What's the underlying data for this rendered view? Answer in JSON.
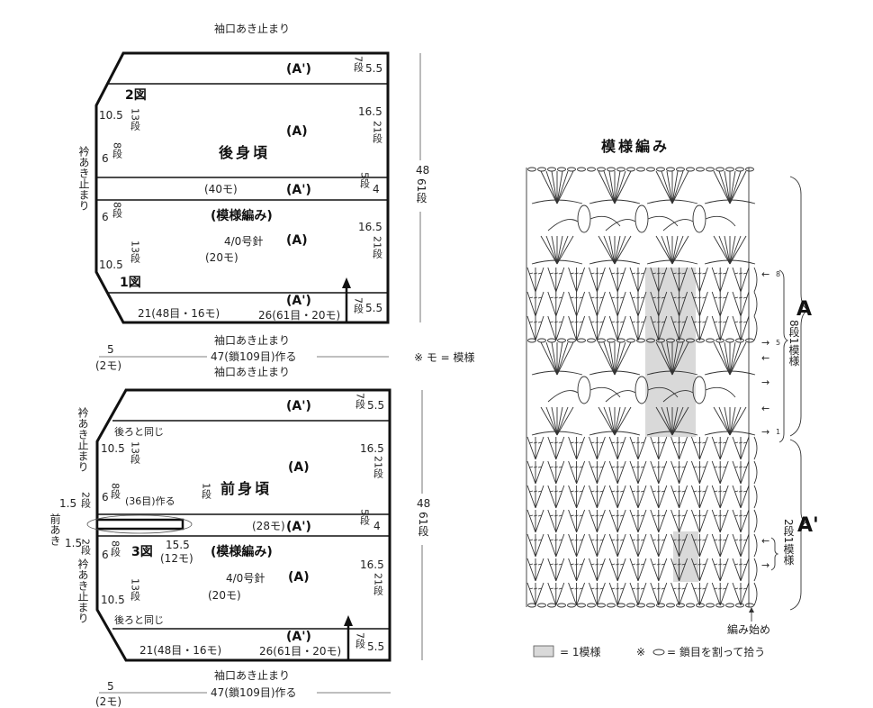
{
  "back": {
    "sleeve_top": "袖口あき止まり",
    "a_prime": "(A')",
    "a": "(A)",
    "rows7": "7段",
    "cm55": "5.5",
    "fig2": "2図",
    "cm105": "10.5",
    "rows13": "13段",
    "title": "後身頃",
    "cm165": "16.5",
    "rows21": "21段",
    "collar": "衿あき止まり",
    "cm6": "6",
    "rows8": "8段",
    "mo40": "(40モ)",
    "rows5": "5段",
    "cm4": "4",
    "pattern": "(模様編み)",
    "needle": "4/0号針",
    "mo20": "(20モ)",
    "fig1": "1図",
    "bottom_left": "21(48目・16モ)",
    "bottom_right": "26(61目・20モ)",
    "sleeve_bottom": "袖口あき止まり",
    "total": "48",
    "total_rows": "61段",
    "width": "47(鎖109目)作る",
    "side": "5",
    "side_mo": "(2モ)"
  },
  "note": "※ モ = 模様",
  "front": {
    "sleeve_top": "袖口あき止まり",
    "a_prime": "(A')",
    "a": "(A)",
    "rows7": "7段",
    "cm55": "5.5",
    "collar": "衿あき止まり",
    "same_as_back": "後ろと同じ",
    "cm105": "10.5",
    "rows13": "13段",
    "cm165": "16.5",
    "rows21": "21段",
    "cm6": "6",
    "rows8": "8段",
    "chain36": "(36目)作る",
    "rows1": "1段",
    "title": "前身頃",
    "cm15": "1.5",
    "rows2": "2段",
    "front_opening": "前あき",
    "mo28": "(28モ)",
    "rows5": "5段",
    "cm4": "4",
    "fig3": "3図",
    "cm155": "15.5",
    "mo12": "(12モ)",
    "pattern": "(模様編み)",
    "needle": "4/0号針",
    "mo20": "(20モ)",
    "bottom_left": "21(48目・16モ)",
    "bottom_right": "26(61目・20モ)",
    "sleeve_bottom": "袖口あき止まり",
    "total": "48",
    "total_rows": "61段",
    "width": "47(鎖109目)作る",
    "side": "5",
    "side_mo": "(2モ)"
  },
  "chart": {
    "title": "模様編み",
    "section_a": "A",
    "section_a_prime": "A'",
    "repeat_a": "8段1模様",
    "repeat_a_prime": "2段1模様",
    "row8": "8",
    "row5": "5",
    "row1": "1",
    "start": "編み始め",
    "legend_repeat": "= 1模様",
    "legend_note_mark": "※",
    "legend_chain": "= 鎖目を割って拾う",
    "shade_color": "#d9d9d9"
  }
}
